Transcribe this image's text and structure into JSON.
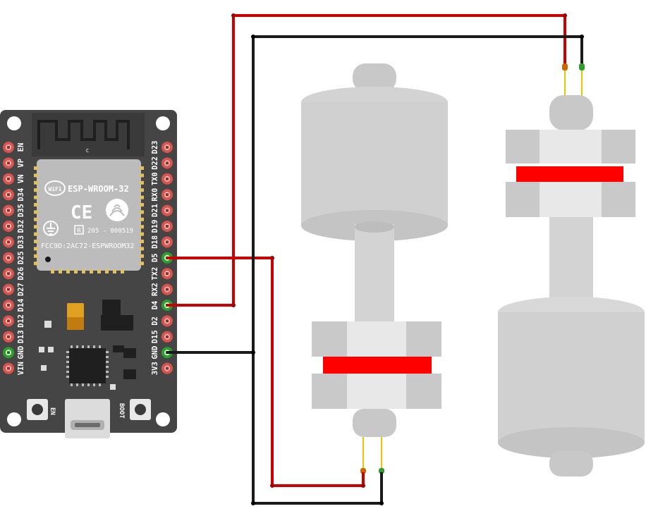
{
  "board": {
    "module_name": "ESP-WROOM-32",
    "ce_mark": "CE",
    "cert_number": "205 - 000519",
    "cert_prefix": "R",
    "fcc_id": "FCC9D:2AC72-ESPWROOM32",
    "antenna_mark": "C",
    "button_en_label": "EN",
    "button_boot_label": "BOOT",
    "left_pins": [
      "EN",
      "VP",
      "VN",
      "D34",
      "D35",
      "D32",
      "D33",
      "D25",
      "D26",
      "D27",
      "D14",
      "D12",
      "D13",
      "GND",
      "VIN"
    ],
    "right_pins": [
      "D23",
      "D22",
      "TX0",
      "RX0",
      "D21",
      "D19",
      "D18",
      "D5",
      "TX2",
      "RX2",
      "D4",
      "D2",
      "D15",
      "GND",
      "3V3"
    ],
    "connected_right_pins": [
      "D5",
      "D4",
      "GND"
    ],
    "connected_left_pins": [
      "GND"
    ]
  },
  "sensors": [
    {
      "name": "float-switch-1",
      "orientation": "float-up"
    },
    {
      "name": "float-switch-2",
      "orientation": "float-down"
    }
  ],
  "wires": [
    {
      "name": "wire-d4-to-sensor-2",
      "from": "D4",
      "to": "float-switch-2",
      "color": "#cc0000"
    },
    {
      "name": "wire-d5-to-sensor-1",
      "from": "D5",
      "to": "float-switch-1",
      "color": "#cc0000"
    },
    {
      "name": "wire-gnd-to-sensors",
      "from": "GND",
      "to": "float-switch-1, float-switch-2",
      "color": "#1a1a1a"
    }
  ],
  "colors": {
    "board": "#454545",
    "module": "#bcbcbc",
    "wire_red": "#cc0000",
    "wire_black": "#1a1a1a",
    "pin_idle": "#d9534f",
    "pin_connected": "#2e9e2e",
    "sensor_body": "#d0d0d0",
    "sensor_band": "#ff0000"
  }
}
